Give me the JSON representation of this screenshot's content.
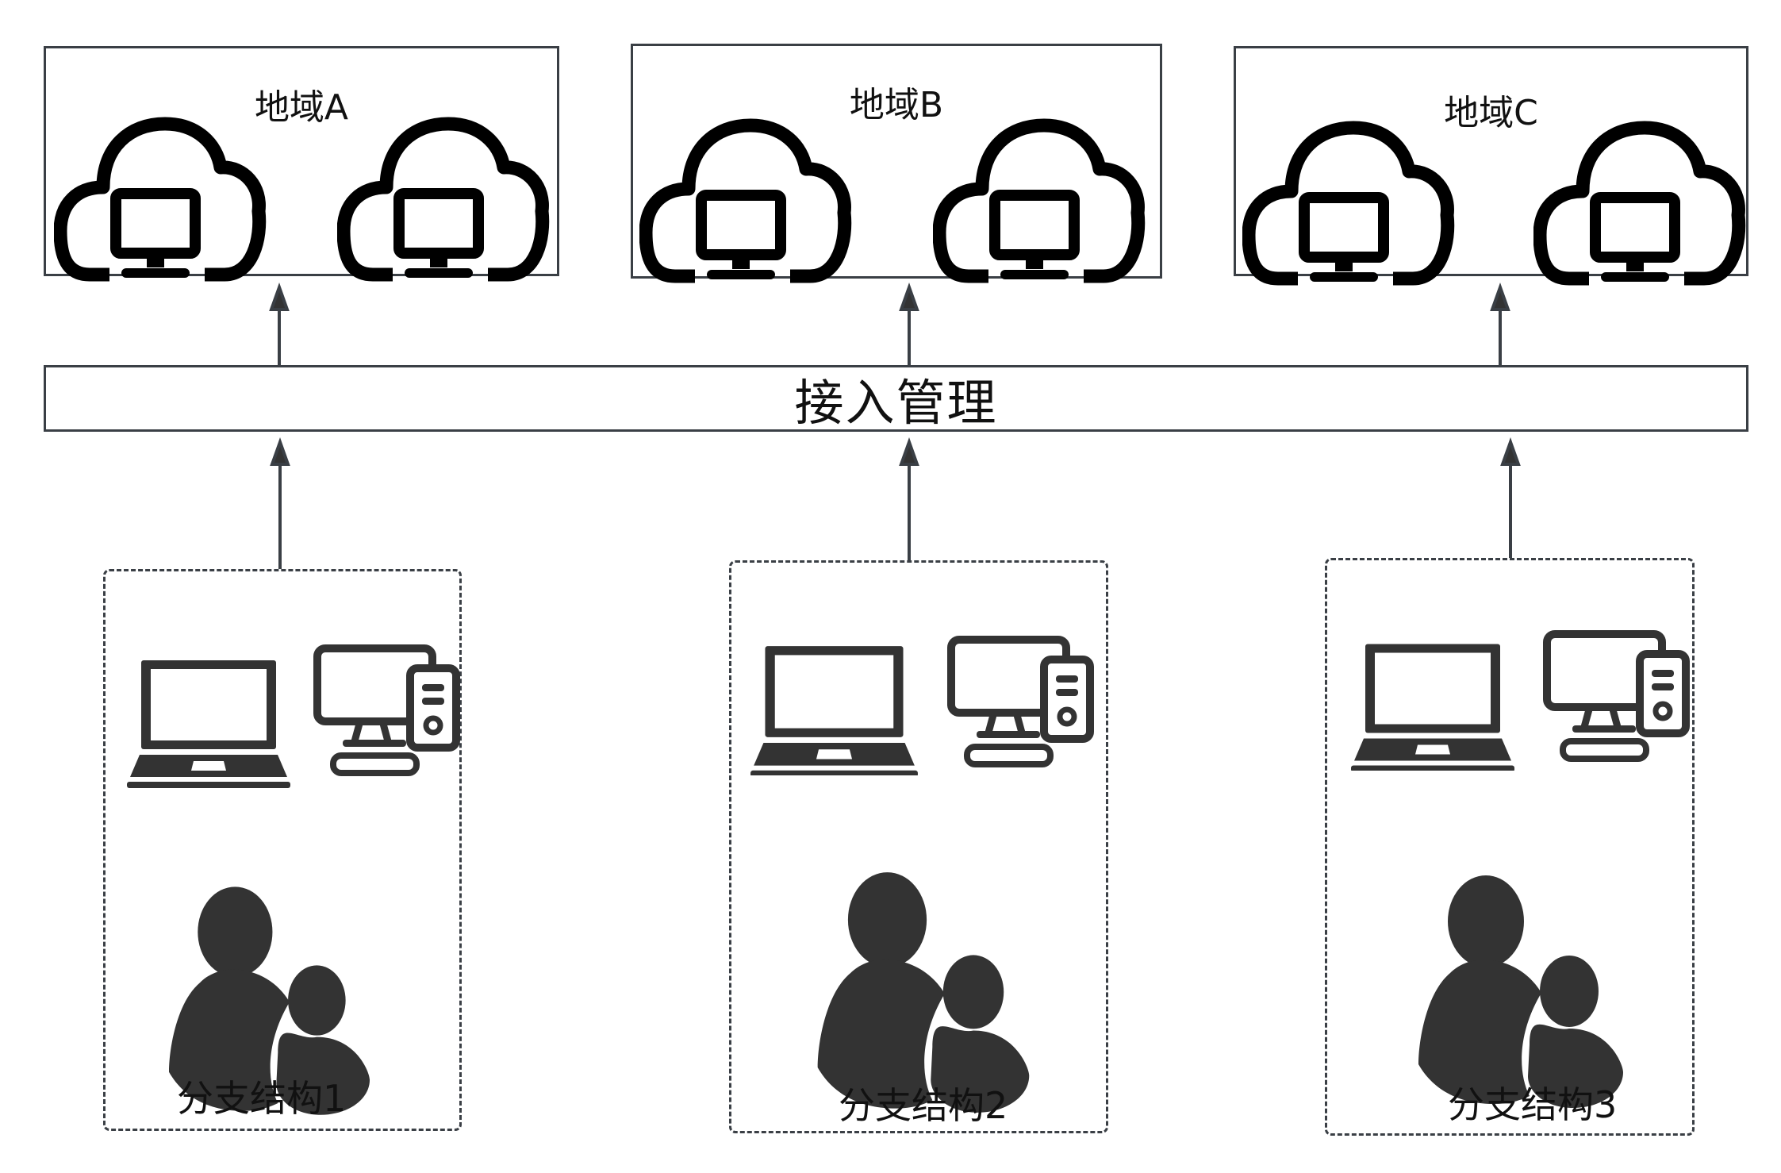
{
  "regions": [
    {
      "title": "地域A",
      "icons": [
        "cloud-computer-icon",
        "cloud-computer-icon"
      ]
    },
    {
      "title": "地域B",
      "icons": [
        "cloud-computer-icon",
        "cloud-computer-icon"
      ]
    },
    {
      "title": "地域C",
      "icons": [
        "cloud-computer-icon",
        "cloud-computer-icon"
      ]
    }
  ],
  "access_layer": {
    "label": "接入管理"
  },
  "branches": [
    {
      "label": "分支结构1",
      "icons": [
        "laptop-icon",
        "desktop-icon",
        "users-icon"
      ]
    },
    {
      "label": "分支结构2",
      "icons": [
        "laptop-icon",
        "desktop-icon",
        "users-icon"
      ]
    },
    {
      "label": "分支结构3",
      "icons": [
        "laptop-icon",
        "desktop-icon",
        "users-icon"
      ]
    }
  ],
  "colors": {
    "line": "#3a3f45",
    "icon_dark": "#333333",
    "cloud_stroke": "#000000"
  }
}
